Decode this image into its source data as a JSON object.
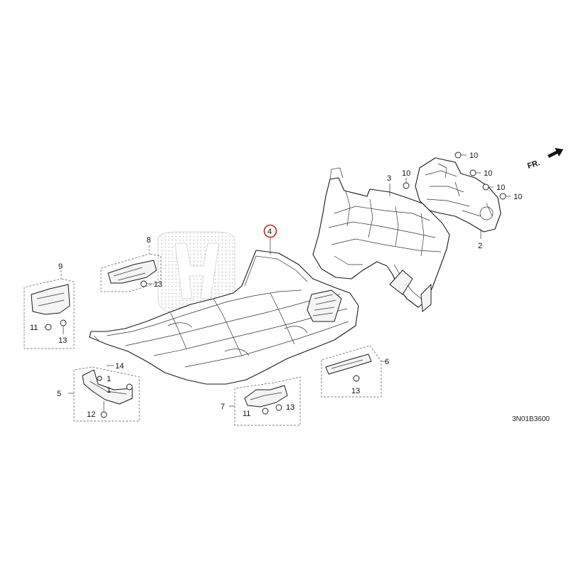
{
  "diagram": {
    "code": "3N01B3600",
    "direction_label": "FR.",
    "highlight_color": "#d42020",
    "line_color": "#1a1a1a",
    "callouts": {
      "c1a": "1",
      "c1b": "1",
      "c2": "2",
      "c3": "3",
      "c4": "4",
      "c5": "5",
      "c6": "6",
      "c7": "7",
      "c8": "8",
      "c9": "9",
      "c10a": "10",
      "c10b": "10",
      "c10c": "10",
      "c10d": "10",
      "c10e": "10",
      "c11a": "11",
      "c11b": "11",
      "c12": "12",
      "c13a": "13",
      "c13b": "13",
      "c13c": "13",
      "c13d": "13",
      "c14": "14"
    },
    "highlighted_callout": "4"
  }
}
